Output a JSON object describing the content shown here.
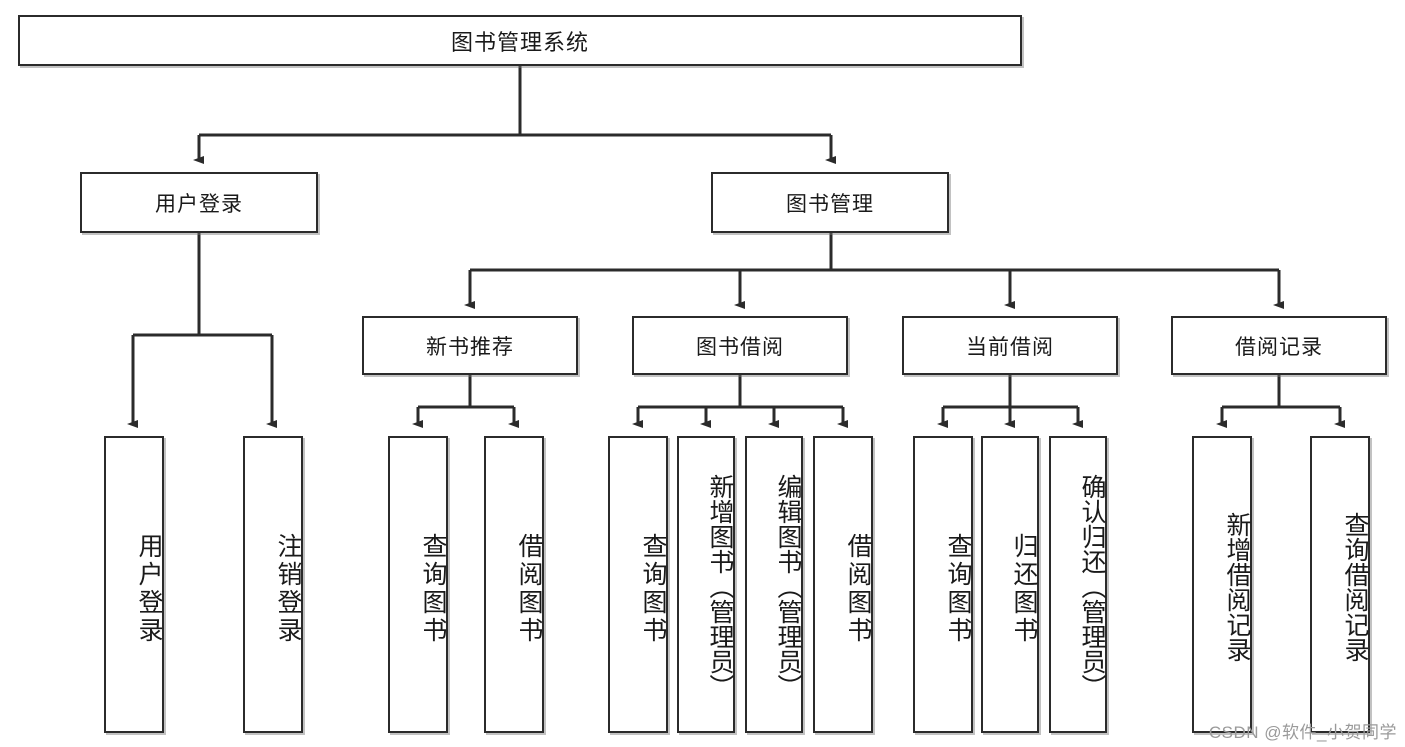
{
  "diagram": {
    "title": "图书管理系统",
    "type": "hierarchy-tree",
    "root": {
      "label": "图书管理系统"
    },
    "level2": [
      {
        "label": "用户登录"
      },
      {
        "label": "图书管理"
      }
    ],
    "level3": [
      {
        "label": "新书推荐"
      },
      {
        "label": "图书借阅"
      },
      {
        "label": "当前借阅"
      },
      {
        "label": "借阅记录"
      }
    ],
    "leaves": {
      "user_login": [
        {
          "label": "用户登录"
        },
        {
          "label": "注销登录"
        }
      ],
      "new_book_recommend": [
        {
          "label": "查询图书"
        },
        {
          "label": "借阅图书"
        }
      ],
      "book_borrow": [
        {
          "label": "查询图书"
        },
        {
          "label": "新增图书（管理员）"
        },
        {
          "label": "编辑图书（管理员）"
        },
        {
          "label": "借阅图书"
        }
      ],
      "current_borrow": [
        {
          "label": "查询图书"
        },
        {
          "label": "归还图书"
        },
        {
          "label": "确认归还（管理员）"
        }
      ],
      "borrow_record": [
        {
          "label": "新增借阅记录"
        },
        {
          "label": "查询借阅记录"
        }
      ]
    }
  },
  "watermark": {
    "text": "CSDN @软件_小贺同学"
  },
  "colors": {
    "border": "#2b2b2b",
    "text": "#1a1a1a",
    "background": "#ffffff",
    "watermark": "#9a9a9a"
  }
}
